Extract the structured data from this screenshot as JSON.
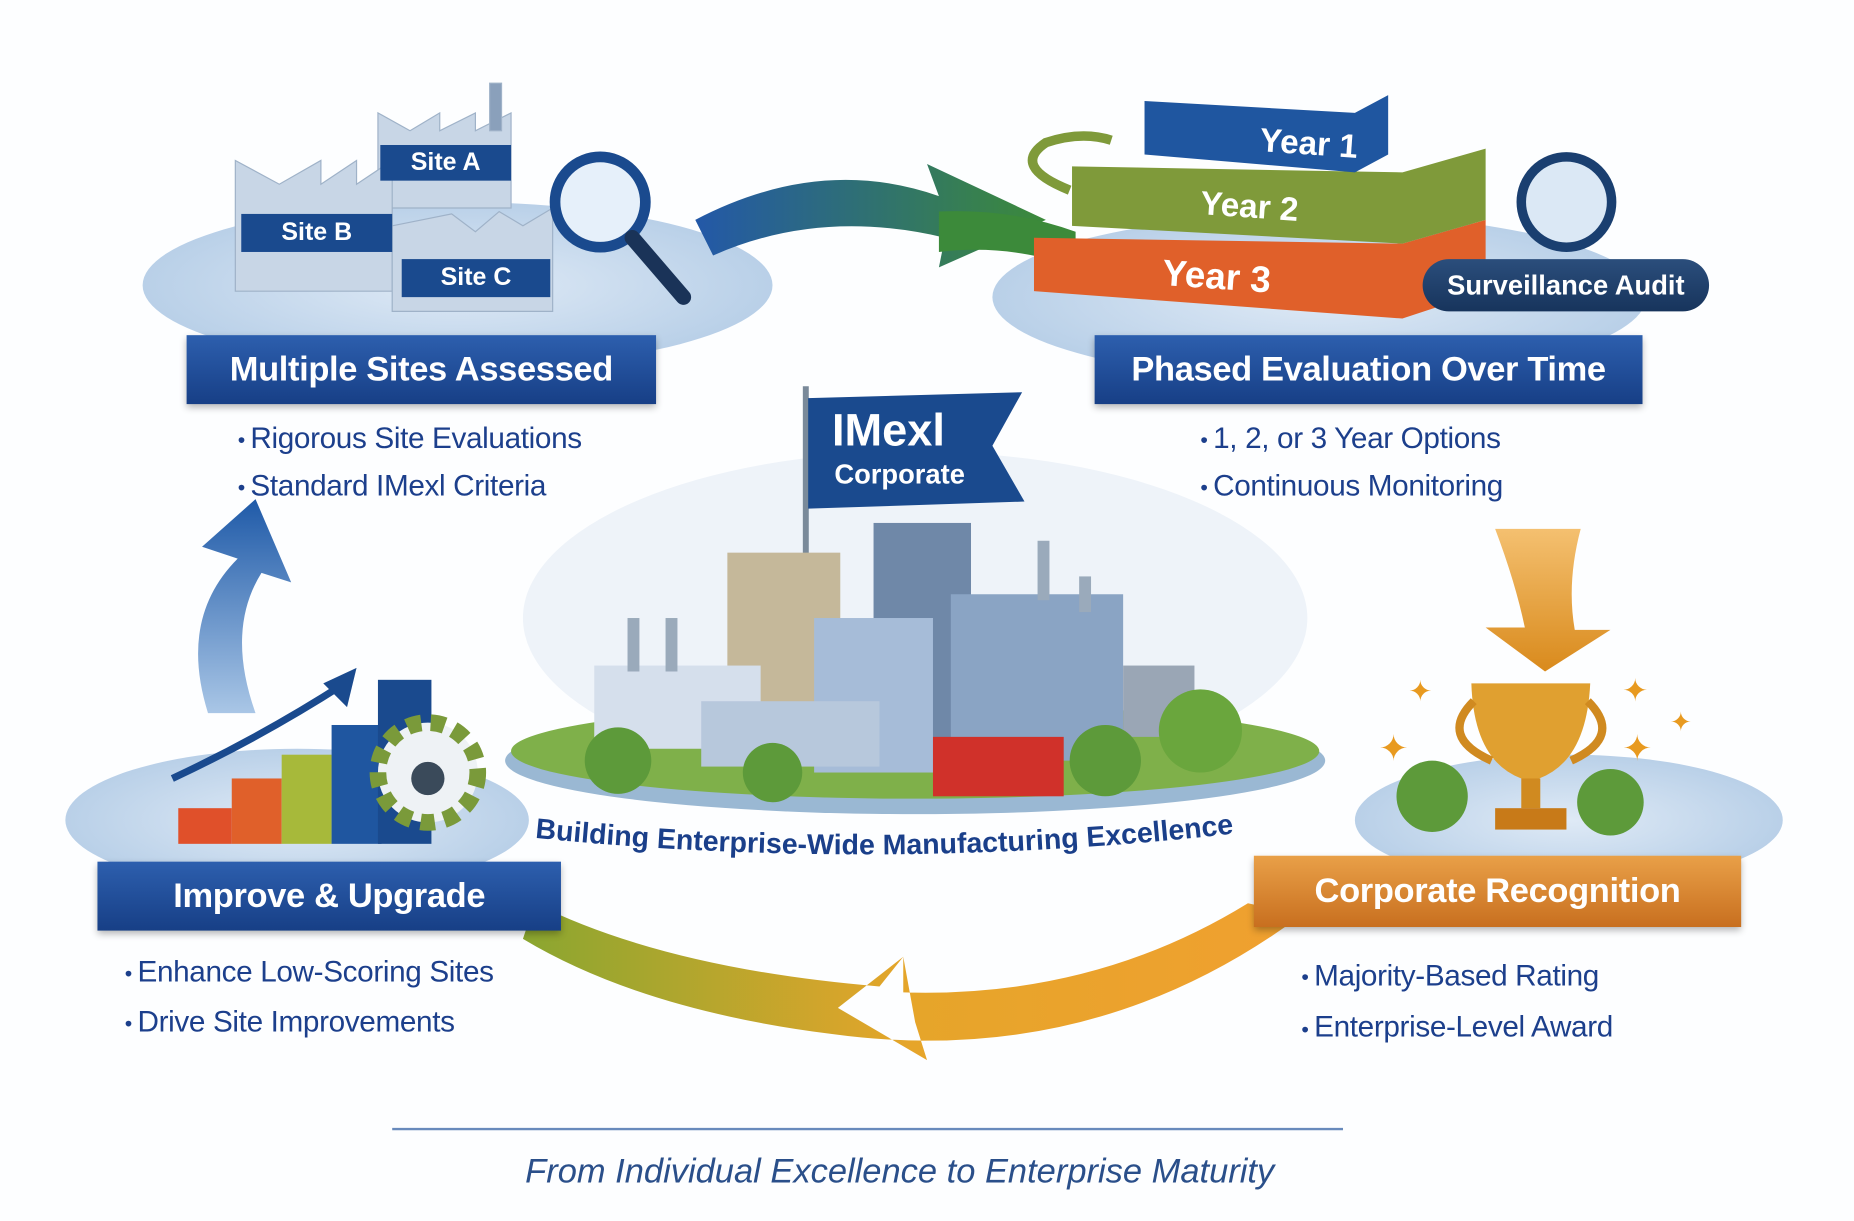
{
  "sites": {
    "labels": [
      "Site A",
      "Site B",
      "Site C"
    ],
    "title": "Multiple Sites Assessed",
    "bullets": [
      "Rigorous Site Evaluations",
      "Standard IMexl Criteria"
    ]
  },
  "phased": {
    "years": [
      "Year 1",
      "Year 2",
      "Year 3"
    ],
    "surveillance": "Surveillance Audit",
    "title": "Phased Evaluation Over Time",
    "bullets": [
      "1, 2, or 3 Year Options",
      "Continuous Monitoring"
    ]
  },
  "center": {
    "flag_line1": "IMexl",
    "flag_line2": "Corporate",
    "caption": "Building Enterprise-Wide Manufacturing Excellence"
  },
  "improve": {
    "title": "Improve & Upgrade",
    "bullets": [
      "Enhance Low-Scoring Sites",
      "Drive Site Improvements"
    ]
  },
  "recognition": {
    "title": "Corporate Recognition",
    "bullets": [
      "Majority-Based Rating",
      "Enterprise-Level Award"
    ]
  },
  "tagline": "From Individual Excellence to Enterprise Maturity",
  "colors": {
    "navy": "#1a4a8e",
    "olive": "#7f9a3a",
    "orange": "#e0602a",
    "gold": "#e09a30"
  }
}
